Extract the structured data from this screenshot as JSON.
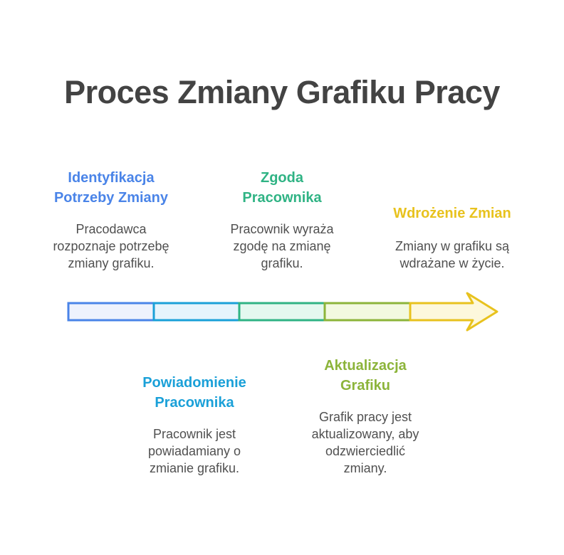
{
  "title": "Proces Zmiany Grafiku Pracy",
  "steps": [
    {
      "title_lines": [
        "Identyfikacja",
        "Potrzeby Zmiany"
      ],
      "desc_lines": [
        "Pracodawca",
        "rozpoznaje potrzebę",
        "zmiany grafiku."
      ],
      "color": "#4a84e8",
      "fill": "#eef2fd"
    },
    {
      "title_lines": [
        "Powiadomienie",
        "Pracownika"
      ],
      "desc_lines": [
        "Pracownik jest",
        "powiadamiany o",
        "zmianie grafiku."
      ],
      "color": "#1aa0d8",
      "fill": "#e6f4fc"
    },
    {
      "title_lines": [
        "Zgoda",
        "Pracownika"
      ],
      "desc_lines": [
        "Pracownik wyraża",
        "zgodę na zmianę",
        "grafiku."
      ],
      "color": "#2fb384",
      "fill": "#e4f8ef"
    },
    {
      "title_lines": [
        "Aktualizacja",
        "Grafiku"
      ],
      "desc_lines": [
        "Grafik pracy jest",
        "aktualizowany, aby",
        "odzwierciedlić",
        "zmiany."
      ],
      "color": "#8cb43a",
      "fill": "#f2f9e0"
    },
    {
      "title_lines": [
        "Wdrożenie Zmian"
      ],
      "desc_lines": [
        "Zmiany w grafiku są",
        "wdrażane w życie."
      ],
      "color": "#e8c21e",
      "fill": "#fdf8dc"
    }
  ]
}
